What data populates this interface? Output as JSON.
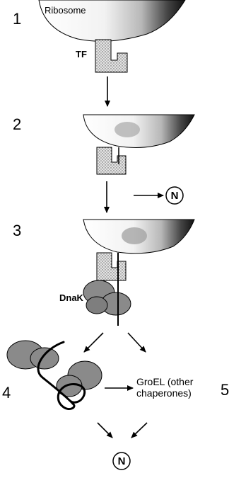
{
  "steps": {
    "s1": "1",
    "s2": "2",
    "s3": "3",
    "s4": "4",
    "s5": "5"
  },
  "labels": {
    "ribosome": "Ribosome",
    "tf": "TF",
    "dnak": "DnaK",
    "native_1": "N",
    "native_2": "N",
    "groel_line1": "GroEL (other",
    "groel_line2": "chaperones)"
  }
}
